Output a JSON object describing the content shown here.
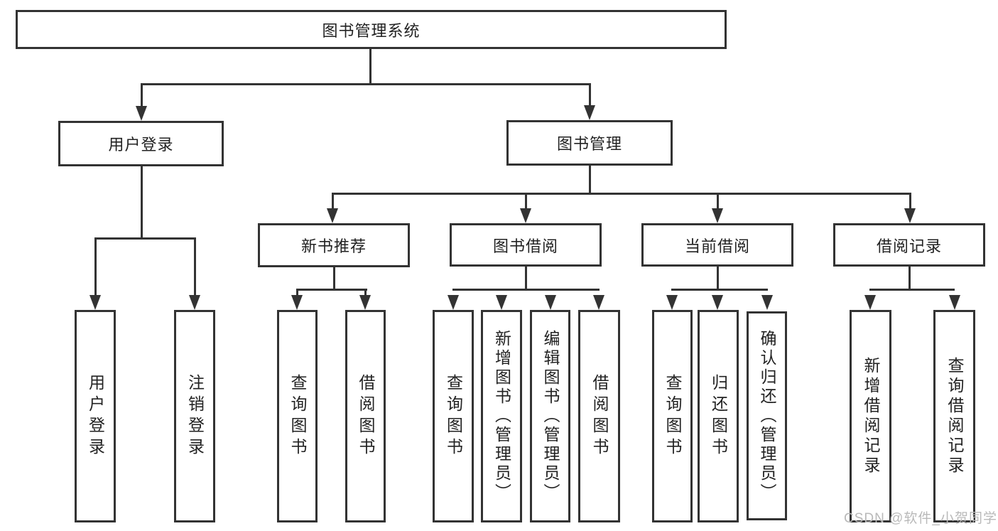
{
  "page": {
    "watermark": "CSDN @软件_小贺同学"
  },
  "colors": {
    "line": "#333333",
    "box_border": "#333333",
    "box_fill": "#ffffff",
    "text": "#222222",
    "watermark": "#b9b9b9"
  },
  "tree": {
    "root": {
      "label": "图书管理系统"
    },
    "branches": [
      {
        "label": "用户登录",
        "children": [
          {
            "label": "用户登录"
          },
          {
            "label": "注销登录"
          }
        ]
      },
      {
        "label": "图书管理",
        "children": [
          {
            "label": "新书推荐",
            "children": [
              {
                "label": "查询图书"
              },
              {
                "label": "借阅图书"
              }
            ]
          },
          {
            "label": "图书借阅",
            "children": [
              {
                "label": "查询图书"
              },
              {
                "label": "新增图书（管理员）"
              },
              {
                "label": "编辑图书（管理员）"
              },
              {
                "label": "借阅图书"
              }
            ]
          },
          {
            "label": "当前借阅",
            "children": [
              {
                "label": "查询图书"
              },
              {
                "label": "归还图书"
              },
              {
                "label": "确认归还（管理员）"
              }
            ]
          },
          {
            "label": "借阅记录",
            "children": [
              {
                "label": "新增借阅记录"
              },
              {
                "label": "查询借阅记录"
              }
            ]
          }
        ]
      }
    ]
  }
}
